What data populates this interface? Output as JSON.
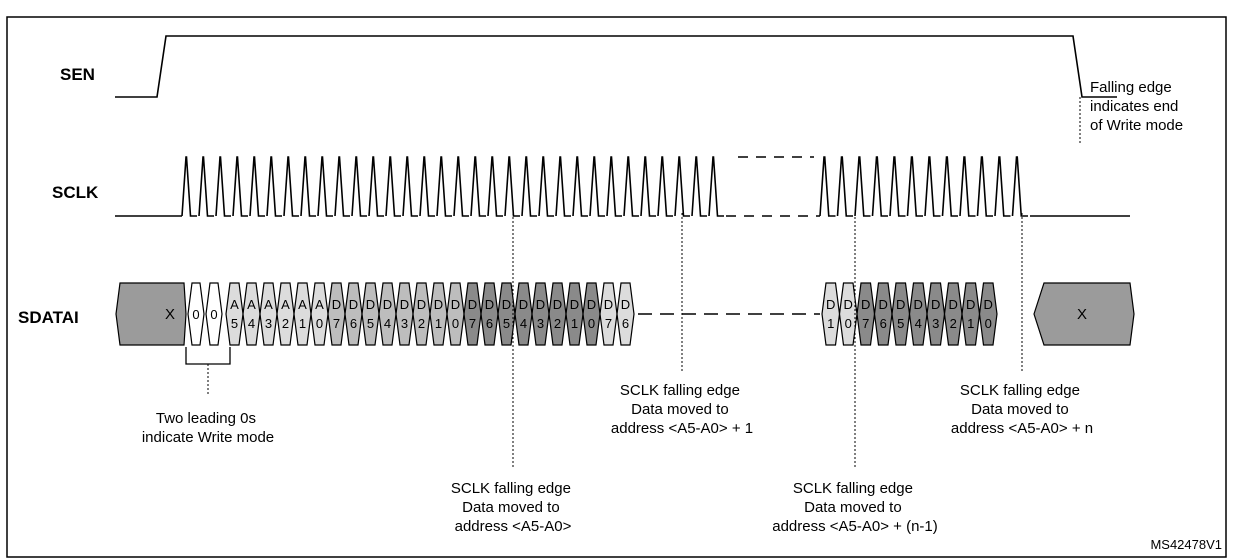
{
  "title": "",
  "signals": {
    "sen": "SEN",
    "sclk": "SCLK",
    "sdatai": "SDATAI"
  },
  "sdatai_cells": {
    "head": "X",
    "leading_zeros": [
      "0",
      "0"
    ],
    "group1": [
      [
        "A",
        "5"
      ],
      [
        "A",
        "4"
      ],
      [
        "A",
        "3"
      ],
      [
        "A",
        "2"
      ],
      [
        "A",
        "1"
      ],
      [
        "A",
        "0"
      ],
      [
        "D",
        "7"
      ],
      [
        "D",
        "6"
      ],
      [
        "D",
        "5"
      ],
      [
        "D",
        "4"
      ],
      [
        "D",
        "3"
      ],
      [
        "D",
        "2"
      ],
      [
        "D",
        "1"
      ],
      [
        "D",
        "0"
      ],
      [
        "D",
        "7"
      ],
      [
        "D",
        "6"
      ],
      [
        "D",
        "5"
      ],
      [
        "D",
        "4"
      ],
      [
        "D",
        "3"
      ],
      [
        "D",
        "2"
      ],
      [
        "D",
        "1"
      ],
      [
        "D",
        "0"
      ],
      [
        "D",
        "7"
      ],
      [
        "D",
        "6"
      ]
    ],
    "group2": [
      [
        "D",
        "1"
      ],
      [
        "D",
        "0"
      ],
      [
        "D",
        "7"
      ],
      [
        "D",
        "6"
      ],
      [
        "D",
        "5"
      ],
      [
        "D",
        "4"
      ],
      [
        "D",
        "3"
      ],
      [
        "D",
        "2"
      ],
      [
        "D",
        "1"
      ],
      [
        "D",
        "0"
      ]
    ],
    "tail": "X"
  },
  "annotations": {
    "end_of_write": [
      "Falling edge",
      "indicates end",
      "of Write mode"
    ],
    "leading_zeros": [
      "Two leading 0s",
      "indicate Write mode"
    ],
    "edge_a": [
      "SCLK falling edge",
      "Data moved to",
      "address <A5-A0>"
    ],
    "edge_b": [
      "SCLK falling edge",
      "Data moved to",
      "address <A5-A0> + 1"
    ],
    "edge_c": [
      "SCLK falling edge",
      "Data moved to",
      "address <A5-A0> + (n-1)"
    ],
    "edge_d": [
      "SCLK falling edge",
      "Data moved to",
      "address <A5-A0> + n"
    ]
  },
  "reference": "MS42478V1",
  "colors": {
    "x_fill": "#9b9b9b",
    "addr_fill": "#dcdcdc",
    "data_fill": "#bdbdbd",
    "data_dark_fill": "#8a8a8a",
    "zero_fill": "#ffffff",
    "stroke": "#000000"
  }
}
